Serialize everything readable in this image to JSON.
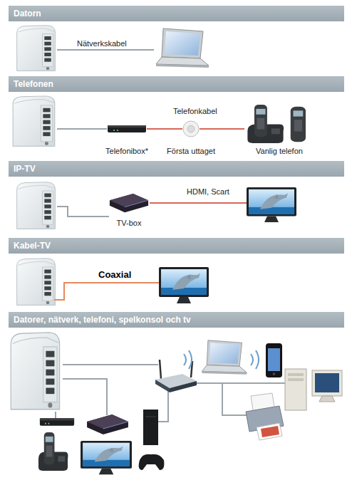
{
  "diagram": {
    "nodes": [
      {
        "text": [
          "Datorn"
        ]
      },
      {
        "text": [
          "Telefonen"
        ]
      },
      {
        "text": [
          "Telefonibox*"
        ]
      },
      {
        "text": [
          "Första uttaget"
        ]
      },
      {
        "text": [
          "Vanlig telefon"
        ]
      },
      {
        "text": [
          "IP-TV"
        ]
      },
      {
        "text": [
          "TV-box"
        ]
      },
      {
        "text": [
          "Kabel-TV"
        ]
      },
      {
        "text": [
          "Datorer, nätverk, telefoni, spelkonsol och tv"
        ]
      }
    ],
    "edges": [
      {
        "from": 2,
        "to": 3,
        "arrow": "none"
      },
      {
        "from": 3,
        "to": 4,
        "arrow": "none"
      }
    ],
    "labels": [
      "Nätverkskabel",
      "Telefonkabel",
      "HDMI, Scart",
      "Coaxial"
    ]
  }
}
